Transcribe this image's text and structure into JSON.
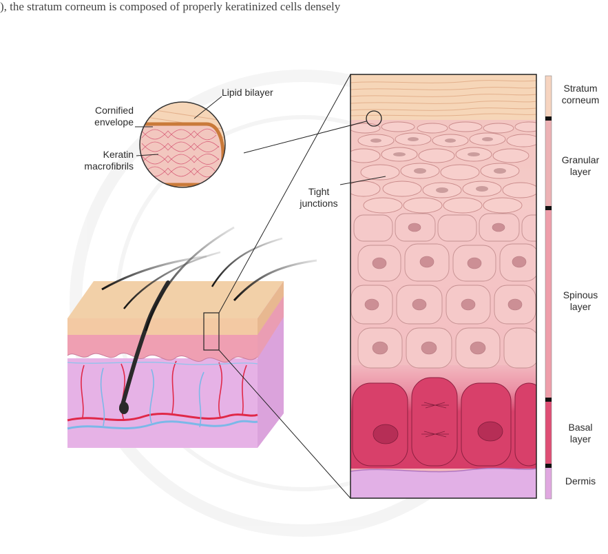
{
  "caption_fragment": "), the stratum corneum is composed of properly keratinized cells densely",
  "callouts": {
    "lipid_bilayer": "Lipid bilayer",
    "cornified_envelope": [
      "Cornified",
      "envelope"
    ],
    "keratin_macrofibrils": [
      "Keratin",
      "macrofibrils"
    ],
    "tight_junctions": [
      "Tight",
      "junctions"
    ]
  },
  "layers": [
    {
      "lines": [
        "Stratum",
        "corneum"
      ],
      "color": "#f6d4c0"
    },
    {
      "lines": [
        "Granular",
        "layer"
      ],
      "color": "#ecb2b5"
    },
    {
      "lines": [
        "Spinous",
        "layer"
      ],
      "color": "#ee9eaa"
    },
    {
      "lines": [
        "Basal",
        "layer"
      ],
      "color": "#df4f75"
    },
    {
      "lines": [
        "Dermis"
      ],
      "color": "#e0a8e0"
    }
  ],
  "colors": {
    "stratum_corneum": "#f6d6b8",
    "epidermis": "#f0bcc0",
    "basal": "#d8406a",
    "dermis": "#e2b0e6",
    "cornified_envelope": "#c97a3a",
    "keratin": "#d8607a",
    "vessel_red": "#e02848",
    "vessel_blue": "#7bb8e8"
  }
}
